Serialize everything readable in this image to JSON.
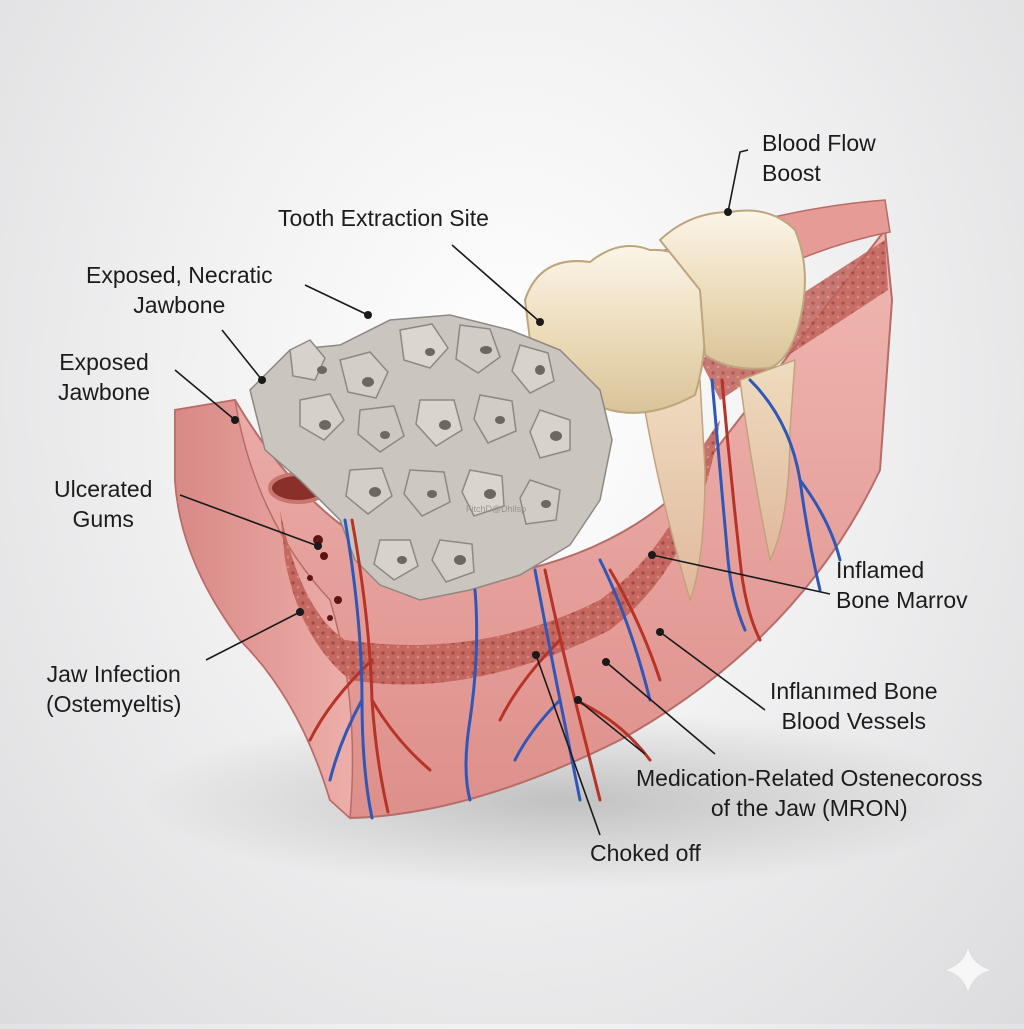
{
  "labels": {
    "blood_flow_boost": [
      "Blood Flow",
      "Boost"
    ],
    "tooth_extraction_site": "Tooth Extraction Site",
    "exposed_necrotic_jawbone": [
      "Exposed, Necratic",
      "Jawbone"
    ],
    "exposed_jawbone": [
      "Exposed",
      "Jawbone"
    ],
    "ulcerated_gums": [
      "Ulcerated",
      "Gums"
    ],
    "jaw_infection": [
      "Jaw Infection",
      "(Ostemyeltis)"
    ],
    "inflamed_bone_marrow": [
      "Inflamed",
      "Bone Marrov"
    ],
    "inflamed_bone_blood_vessels": [
      "Inflanımed Bone",
      "Blood Vessels"
    ],
    "mron": [
      "Medication-Related Ostenecoross",
      "of the Jaw (MRON)"
    ],
    "choked_off": "Choked off"
  },
  "watermark": "FitchD@Dhllsp",
  "colors": {
    "gum": "#e9a6a2",
    "gum_dark": "#c96f6c",
    "marrow": "#b5524b",
    "bone": "#cfc9c3",
    "tooth": "#efe3c8",
    "artery": "#b73328",
    "vein": "#2f57b8"
  },
  "icons": [
    "sparkle-icon"
  ]
}
